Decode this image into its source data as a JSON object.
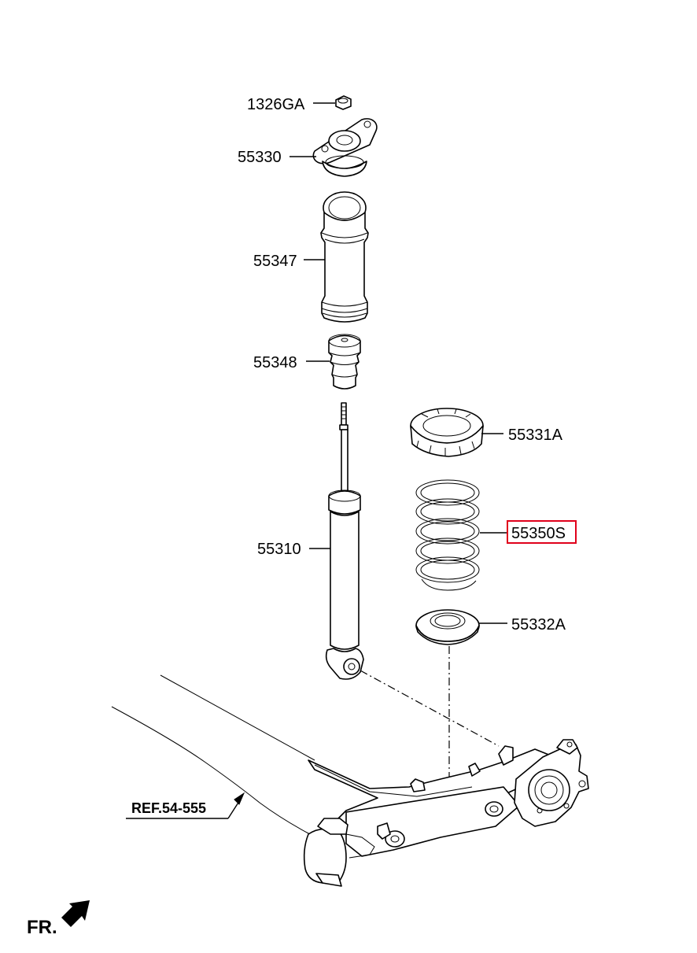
{
  "parts": [
    {
      "number": "1326GA",
      "highlighted": false
    },
    {
      "number": "55330",
      "highlighted": false
    },
    {
      "number": "55347",
      "highlighted": false
    },
    {
      "number": "55348",
      "highlighted": false
    },
    {
      "number": "55331A",
      "highlighted": false
    },
    {
      "number": "55310",
      "highlighted": false
    },
    {
      "number": "55350S",
      "highlighted": true
    },
    {
      "number": "55332A",
      "highlighted": false
    }
  ],
  "reference": {
    "label": "REF.54-555"
  },
  "orientation": {
    "label": "FR."
  },
  "colors": {
    "highlight": "#e0001b",
    "line": "#000000",
    "background": "#ffffff"
  }
}
